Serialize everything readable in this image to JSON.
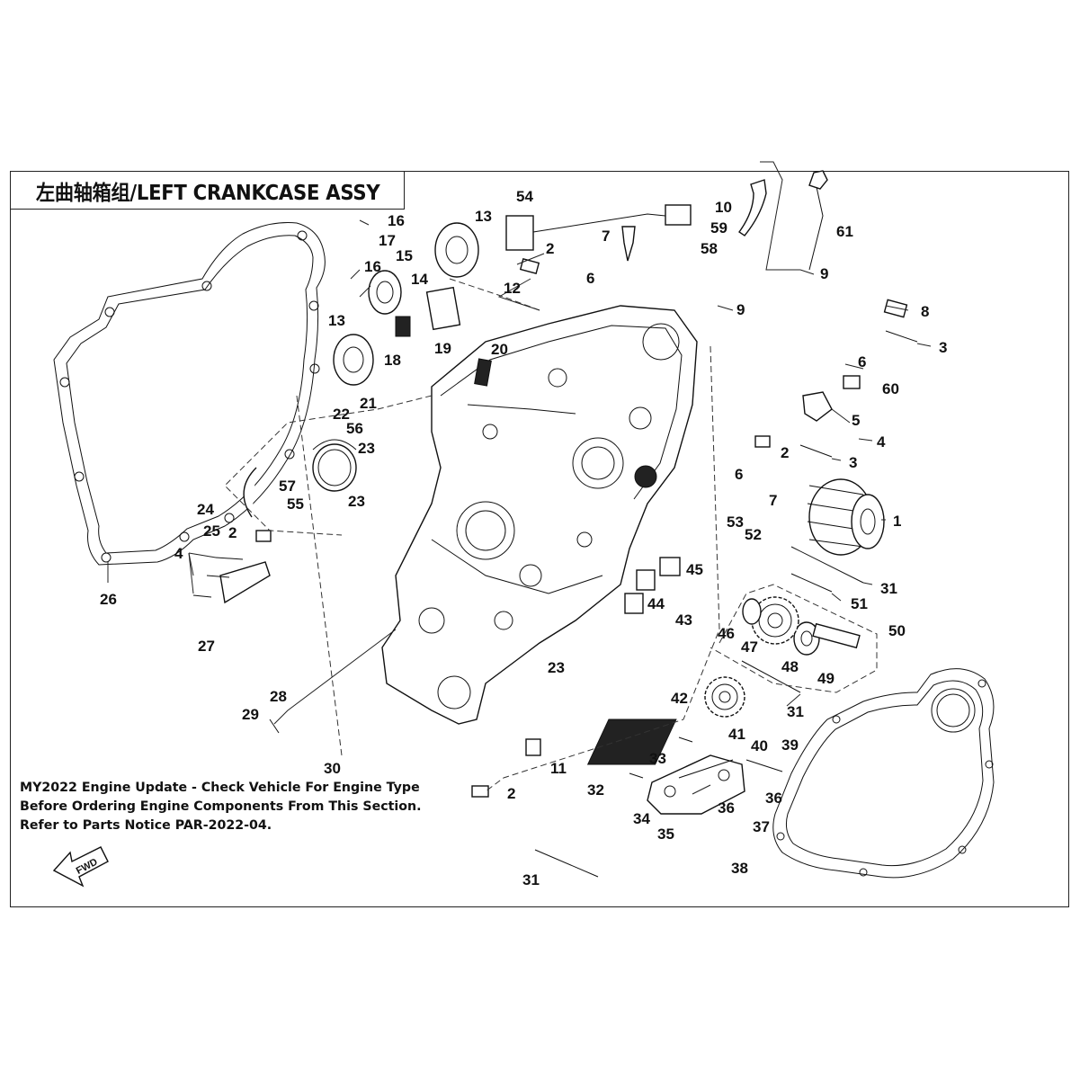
{
  "title": "左曲轴箱组/LEFT CRANKCASE ASSY",
  "notice": {
    "line1": "MY2022 Engine Update - Check Vehicle For Engine Type",
    "line2": "Before Ordering Engine Components From This Section.",
    "line3": "Refer to Parts Notice PAR-2022-04."
  },
  "fwd_label": "FWD",
  "callouts": [
    {
      "id": "c54",
      "label": "54"
    },
    {
      "id": "c13a",
      "label": "13"
    },
    {
      "id": "c2a",
      "label": "2"
    },
    {
      "id": "c7a",
      "label": "7"
    },
    {
      "id": "c10",
      "label": "10"
    },
    {
      "id": "c59",
      "label": "59"
    },
    {
      "id": "c58",
      "label": "58"
    },
    {
      "id": "c61",
      "label": "61"
    },
    {
      "id": "c16a",
      "label": "16"
    },
    {
      "id": "c17",
      "label": "17"
    },
    {
      "id": "c16b",
      "label": "16"
    },
    {
      "id": "c15",
      "label": "15"
    },
    {
      "id": "c14",
      "label": "14"
    },
    {
      "id": "c12",
      "label": "12"
    },
    {
      "id": "c6a",
      "label": "6"
    },
    {
      "id": "c9a",
      "label": "9"
    },
    {
      "id": "c9b",
      "label": "9"
    },
    {
      "id": "c8",
      "label": "8"
    },
    {
      "id": "c3a",
      "label": "3"
    },
    {
      "id": "c13b",
      "label": "13"
    },
    {
      "id": "c18",
      "label": "18"
    },
    {
      "id": "c19",
      "label": "19"
    },
    {
      "id": "c20",
      "label": "20"
    },
    {
      "id": "c6b",
      "label": "6"
    },
    {
      "id": "c60",
      "label": "60"
    },
    {
      "id": "c21",
      "label": "21"
    },
    {
      "id": "c22",
      "label": "22"
    },
    {
      "id": "c56",
      "label": "56"
    },
    {
      "id": "c5",
      "label": "5"
    },
    {
      "id": "c4a",
      "label": "4"
    },
    {
      "id": "c2b",
      "label": "2"
    },
    {
      "id": "c3b",
      "label": "3"
    },
    {
      "id": "c23a",
      "label": "23"
    },
    {
      "id": "c57",
      "label": "57"
    },
    {
      "id": "c55",
      "label": "55"
    },
    {
      "id": "c6c",
      "label": "6"
    },
    {
      "id": "c7b",
      "label": "7"
    },
    {
      "id": "c1",
      "label": "1"
    },
    {
      "id": "c24",
      "label": "24"
    },
    {
      "id": "c23b",
      "label": "23"
    },
    {
      "id": "c25",
      "label": "25"
    },
    {
      "id": "c2c",
      "label": "2"
    },
    {
      "id": "c53",
      "label": "53"
    },
    {
      "id": "c52",
      "label": "52"
    },
    {
      "id": "c4b",
      "label": "4"
    },
    {
      "id": "c45",
      "label": "45"
    },
    {
      "id": "c31a",
      "label": "31"
    },
    {
      "id": "c51",
      "label": "51"
    },
    {
      "id": "c26",
      "label": "26"
    },
    {
      "id": "c44",
      "label": "44"
    },
    {
      "id": "c43",
      "label": "43"
    },
    {
      "id": "c50",
      "label": "50"
    },
    {
      "id": "c46",
      "label": "46"
    },
    {
      "id": "c47",
      "label": "47"
    },
    {
      "id": "c48",
      "label": "48"
    },
    {
      "id": "c49",
      "label": "49"
    },
    {
      "id": "c27",
      "label": "27"
    },
    {
      "id": "c23c",
      "label": "23"
    },
    {
      "id": "c42",
      "label": "42"
    },
    {
      "id": "c31b",
      "label": "31"
    },
    {
      "id": "c28",
      "label": "28"
    },
    {
      "id": "c29",
      "label": "29"
    },
    {
      "id": "c41",
      "label": "41"
    },
    {
      "id": "c40",
      "label": "40"
    },
    {
      "id": "c39",
      "label": "39"
    },
    {
      "id": "c33",
      "label": "33"
    },
    {
      "id": "c30",
      "label": "30"
    },
    {
      "id": "c11",
      "label": "11"
    },
    {
      "id": "c32",
      "label": "32"
    },
    {
      "id": "c2d",
      "label": "2"
    },
    {
      "id": "c36a",
      "label": "36"
    },
    {
      "id": "c36b",
      "label": "36"
    },
    {
      "id": "c34",
      "label": "34"
    },
    {
      "id": "c37",
      "label": "37"
    },
    {
      "id": "c35",
      "label": "35"
    },
    {
      "id": "c38",
      "label": "38"
    },
    {
      "id": "c31c",
      "label": "31"
    }
  ]
}
